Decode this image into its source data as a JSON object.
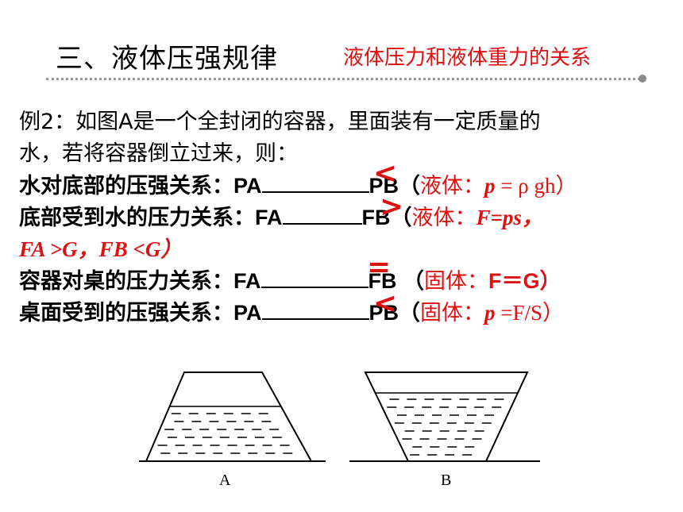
{
  "header": {
    "title": "三、液体压强规律",
    "subtitle": "液体压力和液体重力的关系"
  },
  "problem": {
    "intro_line1": "例2：如图A是一个全封闭的容器，里面装有一定质量的",
    "intro_line2": "水，若将容器倒立过来，则：",
    "q1": {
      "prefix": "水对底部的压强关系：PA",
      "suffix": "PB（",
      "answer": "<",
      "note_label": "液体：",
      "note_formula": "p",
      "note_rest": " = ρ gh）"
    },
    "q2": {
      "prefix": "底部受到水的压力关系：FA",
      "suffix": "FB（",
      "answer": ">",
      "note_label": "液体：",
      "note_formula": "F=ps，",
      "note_line2": "FA >G，FB <G）"
    },
    "q3": {
      "prefix": "容器对桌的压力关系：FA",
      "suffix": "FB （",
      "answer": "=",
      "note_label": "固体：",
      "note_formula": "F＝G）"
    },
    "q4": {
      "prefix": "桌面受到的压强关系：PA",
      "suffix": "PB（",
      "answer": "<",
      "note_label": "固体：",
      "note_formula": "p",
      "note_rest": " =F/S）"
    }
  },
  "figures": {
    "label_a": "A",
    "label_b": "B"
  },
  "colors": {
    "accent": "#e01010",
    "divider": "#9a9a9a"
  }
}
